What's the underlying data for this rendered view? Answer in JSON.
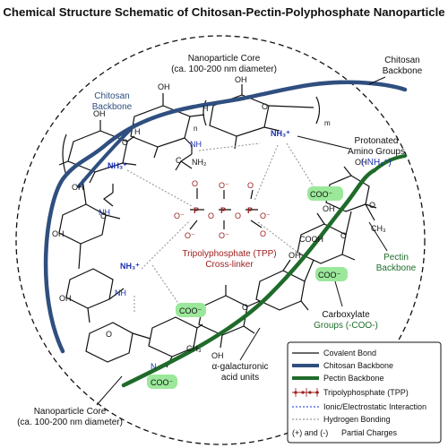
{
  "title": "Chemical Structure Schematic of Chitosan-Pectin-Polyphosphate Nanoparticle",
  "colors": {
    "chitosan": "#2f4f7f",
    "pectin": "#1f6b2a",
    "tpp": "#9b1c1c",
    "amine": "#1a2fb0",
    "carboxylate_fill": "#9be89b",
    "hbond": "#9a9a9a",
    "ionic": "#3b5bdb"
  },
  "labels": {
    "core_top": "Nanoparticle Core",
    "core_top_sub": "(ca. 100-200 nm diameter)",
    "core_bottom": "Nanoparticle Core",
    "core_bottom_sub": "(ca. 100-200 nm diameter)",
    "chitosan_backbone_right_1": "Chitosan",
    "chitosan_backbone_right_2": "Backbone",
    "chitosan_backbone_left_1": "Chitosan",
    "chitosan_backbone_left_2": "Backbone",
    "protonated_1": "Protonated",
    "protonated_2": "Amino Groups",
    "protonated_3": "(-NH₃⁺)",
    "tpp_1": "Tripolyphosphate (TPP)",
    "tpp_2": "Cross-linker",
    "pectin_backbone_1": "Pectin",
    "pectin_backbone_2": "Backbone",
    "carboxylate_1": "Carboxylate",
    "carboxylate_2": "Groups (-COO-)",
    "galact_1": "α-galacturonic",
    "galact_2": "acid units"
  },
  "chem": {
    "nh3": "NH₃⁺",
    "coo": "COO⁻",
    "cooh": "COOH",
    "ch3": "CH₃",
    "och3": "OCH₃",
    "oh": "OH",
    "o": "O",
    "h": "H",
    "n": "N",
    "nh": "NH",
    "nh2": "NH₂",
    "c": "C",
    "p": "P",
    "o_minus": "O⁻",
    "n_sub": "n",
    "m_sub": "m"
  },
  "legend": {
    "covalent": "Covalent Bond",
    "chitosan": "Chitosan Backbone",
    "pectin": "Pectin Backbone",
    "tpp": "Tripolyphosphate (TPP)",
    "ionic": "Ionic/Electrostatic Interaction",
    "hbond": "Hydrogen Bonding",
    "charges_sym": "(+) and (-)",
    "charges": "Partial Charges"
  }
}
